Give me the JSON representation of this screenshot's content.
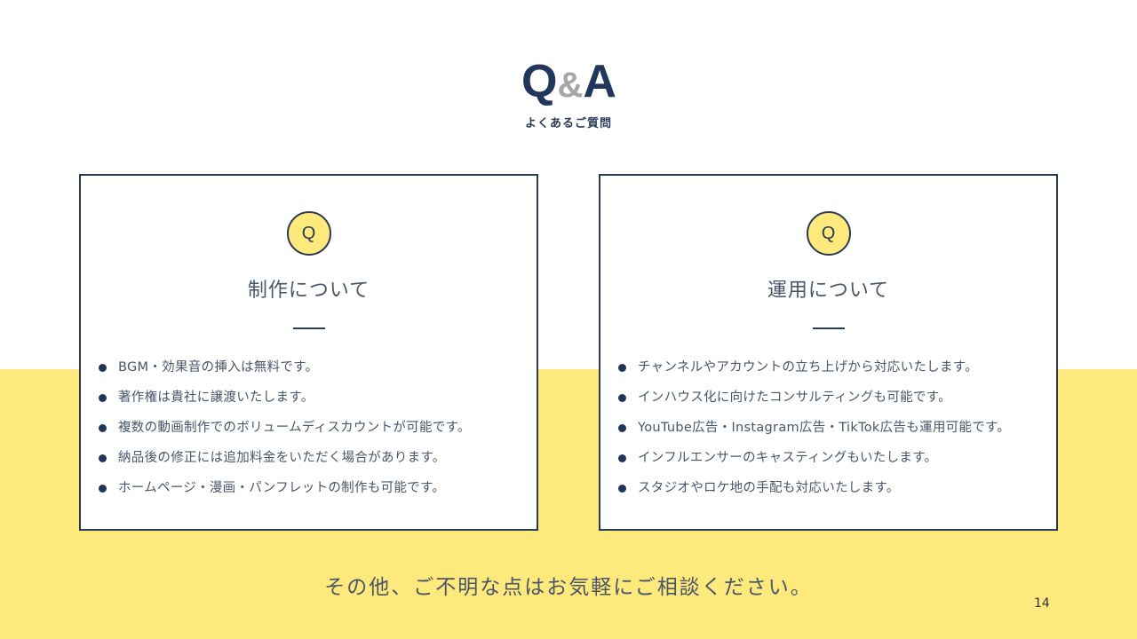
{
  "header": {
    "title_q": "Q",
    "title_amp": "&",
    "title_a": "A",
    "subtitle": "よくあるご質問"
  },
  "cards": [
    {
      "badge": "Q",
      "title": "制作について",
      "items": [
        "BGM・効果音の挿入は無料です。",
        "著作権は貴社に譲渡いたします。",
        "複数の動画制作でのボリュームディスカウントが可能です。",
        "納品後の修正には追加料金をいただく場合があります。",
        "ホームページ・漫画・パンフレットの制作も可能です。"
      ]
    },
    {
      "badge": "Q",
      "title": "運用について",
      "items": [
        "チャンネルやアカウントの立ち上げから対応いたします。",
        "インハウス化に向けたコンサルティングも可能です。",
        "YouTube広告・Instagram広告・TikTok広告も運用可能です。",
        "インフルエンサーのキャスティングもいたします。",
        "スタジオやロケ地の手配も対応いたします。"
      ]
    }
  ],
  "footer": {
    "message": "その他、ご不明な点はお気軽にご相談ください。",
    "page_number": "14"
  },
  "colors": {
    "navy": "#22355a",
    "yellow": "#fde97c",
    "ampersand_gray": "#a6a6a6",
    "body_text": "#4a5568"
  }
}
